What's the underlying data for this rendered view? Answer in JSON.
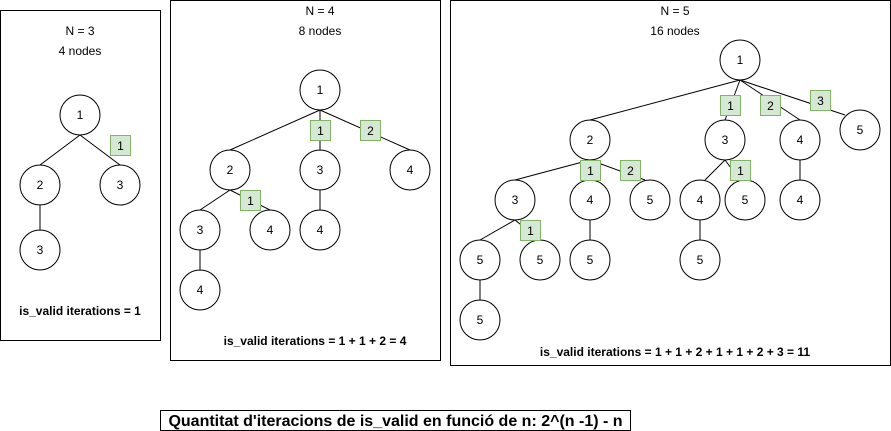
{
  "formula": "Quantitat d'iteracions de is_valid en funció de n: 2^(n -1) - n",
  "panels": [
    {
      "title": "N = 3",
      "subtitle": "4 nodes",
      "footer": "is_valid iterations = 1",
      "nodes": [
        "1",
        "2",
        "3",
        "3"
      ],
      "badges": [
        "1"
      ]
    },
    {
      "title": "N = 4",
      "subtitle": "8 nodes",
      "footer": "is_valid iterations = 1 + 1 + 2 = 4",
      "nodes": [
        "1",
        "2",
        "3",
        "4",
        "3",
        "4",
        "4",
        "4"
      ],
      "badges": [
        "1",
        "2",
        "1"
      ]
    },
    {
      "title": "N = 5",
      "subtitle": "16 nodes",
      "footer": "is_valid iterations = 1 + 1 + 2 + 1 + 1 + 2 + 3 = 11",
      "nodes": [
        "1",
        "2",
        "3",
        "4",
        "5",
        "3",
        "4",
        "5",
        "4",
        "5",
        "4",
        "5",
        "5",
        "5",
        "5",
        "5"
      ],
      "badges": [
        "1",
        "2",
        "3",
        "1",
        "2",
        "1",
        "1"
      ]
    }
  ]
}
